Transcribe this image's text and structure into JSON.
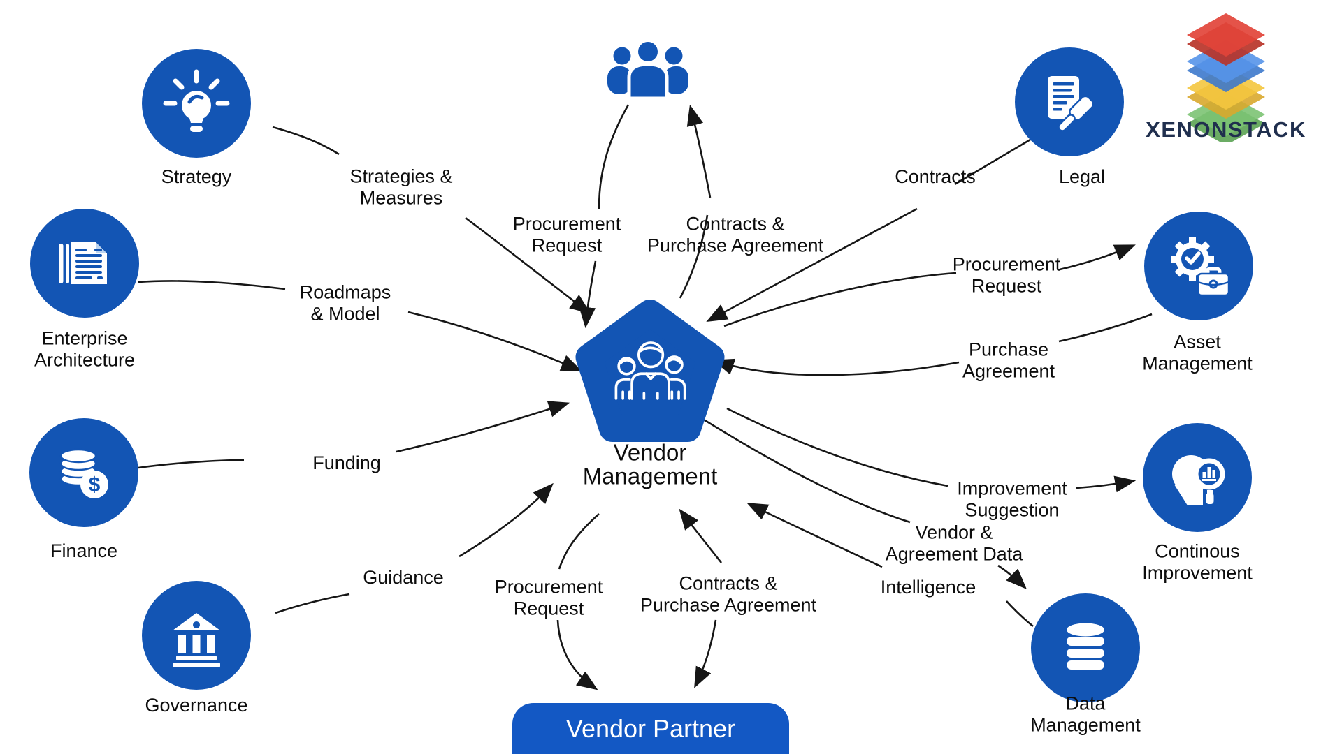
{
  "logo": {
    "text": "XENONSTACK"
  },
  "center": {
    "vendor_management": "Vendor\nManagement",
    "vendor_partner": "Vendor Partner"
  },
  "nodes": {
    "strategy": "Strategy",
    "enterprise_architecture": "Enterprise\nArchitecture",
    "finance": "Finance",
    "governance": "Governance",
    "legal": "Legal",
    "asset_management": "Asset\nManagement",
    "continuous_improvement": "Continous\nImprovement",
    "data_management": "Data\nManagement"
  },
  "edges": {
    "strategies_measures": "Strategies &\nMeasures",
    "roadmaps_model": "Roadmaps\n& Model",
    "funding": "Funding",
    "guidance": "Guidance",
    "procurement_request_top": "Procurement\nRequest",
    "contracts_purchase_top": "Contracts &\nPurchase Agreement",
    "contracts": "Contracts",
    "procurement_request_right": "Procurement\nRequest",
    "purchase_agreement": "Purchase\nAgreement",
    "improvement_suggestion": "Improvement\nSuggestion",
    "vendor_agreement_data": "Vendor &\nAgreement Data",
    "intelligence": "Intelligence",
    "procurement_request_bottom": "Procurement\nRequest",
    "contracts_purchase_bottom": "Contracts &\nPurchase Agreement"
  },
  "icons": {
    "dollar_glyph": "$"
  },
  "colors": {
    "primary_blue": "#1355b4",
    "partner_blue": "#1358c4",
    "line_black": "#161616",
    "text_black": "#0d0d0d",
    "brand_text": "#202f4e",
    "logo_red": "#e2443a",
    "logo_blue": "#5593e9",
    "logo_yellow": "#f4c63f",
    "logo_green": "#7cc373"
  }
}
